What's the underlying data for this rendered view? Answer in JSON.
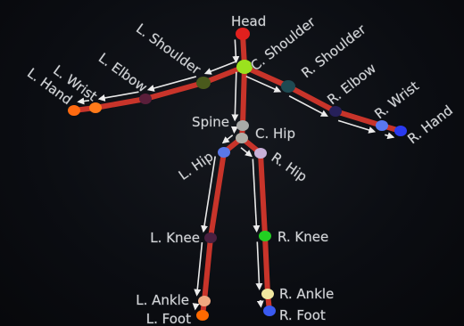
{
  "skeleton": {
    "joints": [
      {
        "id": "head",
        "label": "Head",
        "color": "#e0201e"
      },
      {
        "id": "c_shoulder",
        "label": "C. Shoulder",
        "color": "#9be21e"
      },
      {
        "id": "l_shoulder",
        "label": "L. Shoulder",
        "color": "#4a5a1c"
      },
      {
        "id": "l_elbow",
        "label": "L. Elbow",
        "color": "#5a1e3a"
      },
      {
        "id": "l_wrist",
        "label": "L. Wrist",
        "color": "#ff7a1a"
      },
      {
        "id": "l_hand",
        "label": "L. Hand",
        "color": "#ff6a10"
      },
      {
        "id": "r_shoulder",
        "label": "R. Shoulder",
        "color": "#1e4a52"
      },
      {
        "id": "r_elbow",
        "label": "R. Elbow",
        "color": "#26205a"
      },
      {
        "id": "r_wrist",
        "label": "R. Wrist",
        "color": "#5a78f0"
      },
      {
        "id": "r_hand",
        "label": "R. Hand",
        "color": "#2a3af0"
      },
      {
        "id": "spine",
        "label": "Spine",
        "color": "#a8aaa8"
      },
      {
        "id": "c_hip",
        "label": "C. Hip",
        "color": "#b0b0a8"
      },
      {
        "id": "l_hip",
        "label": "L. Hip",
        "color": "#5a78e8"
      },
      {
        "id": "r_hip",
        "label": "R. Hip",
        "color": "#c8b0d8"
      },
      {
        "id": "l_knee",
        "label": "L. Knee",
        "color": "#4a2040"
      },
      {
        "id": "r_knee",
        "label": "R. Knee",
        "color": "#22d022"
      },
      {
        "id": "l_ankle",
        "label": "L. Ankle",
        "color": "#f0a880"
      },
      {
        "id": "l_foot",
        "label": "L. Foot",
        "color": "#ff6a00"
      },
      {
        "id": "r_ankle",
        "label": "R. Ankle",
        "color": "#f0e8a0"
      },
      {
        "id": "r_foot",
        "label": "R. Foot",
        "color": "#3a5af0"
      }
    ],
    "bones": [
      [
        "head",
        "c_shoulder"
      ],
      [
        "c_shoulder",
        "l_shoulder"
      ],
      [
        "l_shoulder",
        "l_elbow"
      ],
      [
        "l_elbow",
        "l_wrist"
      ],
      [
        "l_wrist",
        "l_hand"
      ],
      [
        "c_shoulder",
        "r_shoulder"
      ],
      [
        "r_shoulder",
        "r_elbow"
      ],
      [
        "r_elbow",
        "r_wrist"
      ],
      [
        "r_wrist",
        "r_hand"
      ],
      [
        "c_shoulder",
        "spine"
      ],
      [
        "spine",
        "c_hip"
      ],
      [
        "c_hip",
        "l_hip"
      ],
      [
        "c_hip",
        "r_hip"
      ],
      [
        "l_hip",
        "l_knee"
      ],
      [
        "l_knee",
        "l_ankle"
      ],
      [
        "l_ankle",
        "l_foot"
      ],
      [
        "r_hip",
        "r_knee"
      ],
      [
        "r_knee",
        "r_ankle"
      ],
      [
        "r_ankle",
        "r_foot"
      ]
    ],
    "bone_color": "#c8342a",
    "arrow_color": "#e8e8e8"
  }
}
